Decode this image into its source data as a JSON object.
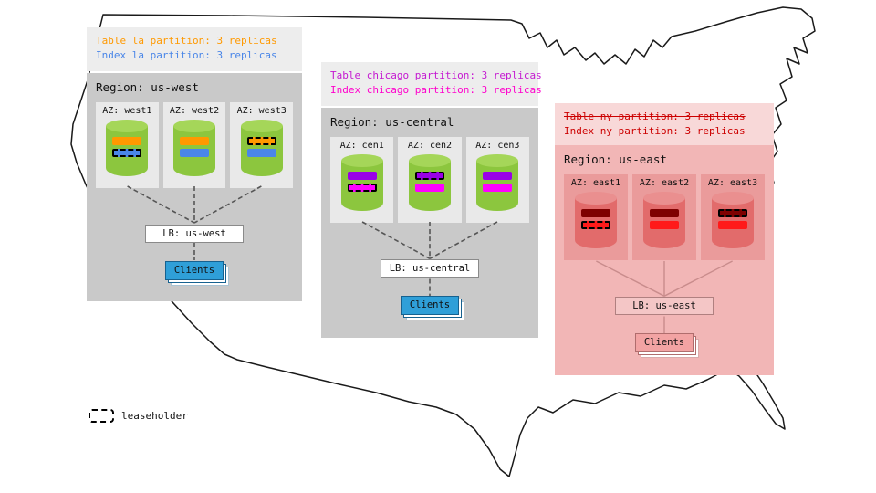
{
  "legend": {
    "label": "leaseholder"
  },
  "annotations": [
    {
      "id": "west",
      "lines": [
        {
          "text": "Table la partition: 3 replicas",
          "color": "#ff9900",
          "strike": false
        },
        {
          "text": "Index la partition: 3 replicas",
          "color": "#4a86e8",
          "strike": false
        }
      ]
    },
    {
      "id": "central",
      "lines": [
        {
          "text": "Table chicago partition: 3 replicas",
          "color": "#c41ad1",
          "strike": false
        },
        {
          "text": "Index chicago partition: 3 replicas",
          "color": "#ff00cc",
          "strike": false
        }
      ]
    },
    {
      "id": "east",
      "lines": [
        {
          "text": "Table ny partition: 3 replicas",
          "color": "#cc0000",
          "strike": true
        },
        {
          "text": "Index ny partition: 3 replicas",
          "color": "#cc0000",
          "strike": true
        }
      ]
    }
  ],
  "regions": [
    {
      "id": "us-west",
      "title": "Region: us-west",
      "lb_label": "LB: us-west",
      "clients_label": "Clients",
      "azs": [
        {
          "label": "AZ: west1",
          "stripes": [
            {
              "color": "#ff9900",
              "dashed": false
            },
            {
              "color": "#4a86e8",
              "dashed": true
            }
          ]
        },
        {
          "label": "AZ: west2",
          "stripes": [
            {
              "color": "#ff9900",
              "dashed": false
            },
            {
              "color": "#4a86e8",
              "dashed": false
            }
          ]
        },
        {
          "label": "AZ: west3",
          "stripes": [
            {
              "color": "#ff9900",
              "dashed": true
            },
            {
              "color": "#4a86e8",
              "dashed": false
            }
          ]
        }
      ]
    },
    {
      "id": "us-central",
      "title": "Region: us-central",
      "lb_label": "LB: us-central",
      "clients_label": "Clients",
      "azs": [
        {
          "label": "AZ: cen1",
          "stripes": [
            {
              "color": "#9900e6",
              "dashed": false
            },
            {
              "color": "#ff00ff",
              "dashed": true
            }
          ]
        },
        {
          "label": "AZ: cen2",
          "stripes": [
            {
              "color": "#9900e6",
              "dashed": true
            },
            {
              "color": "#ff00ff",
              "dashed": false
            }
          ]
        },
        {
          "label": "AZ: cen3",
          "stripes": [
            {
              "color": "#9900e6",
              "dashed": false
            },
            {
              "color": "#ff00ff",
              "dashed": false
            }
          ]
        }
      ]
    },
    {
      "id": "us-east",
      "title": "Region: us-east",
      "lb_label": "LB: us-east",
      "clients_label": "Clients",
      "azs": [
        {
          "label": "AZ: east1",
          "stripes": [
            {
              "color": "#7f0000",
              "dashed": false
            },
            {
              "color": "#ff1a1a",
              "dashed": true
            }
          ]
        },
        {
          "label": "AZ: east2",
          "stripes": [
            {
              "color": "#7f0000",
              "dashed": false
            },
            {
              "color": "#ff1a1a",
              "dashed": false
            }
          ]
        },
        {
          "label": "AZ: east3",
          "stripes": [
            {
              "color": "#7f0000",
              "dashed": true
            },
            {
              "color": "#ff1a1a",
              "dashed": false
            }
          ]
        }
      ]
    }
  ],
  "colors": {
    "region_bg": "#c9c9c9",
    "region_east_bg": "#f2b6b6",
    "az_bg": "#e9e9e9",
    "az_east_bg": "#ea9b9b",
    "annotation_bg": "#ededed",
    "annotation_east_bg": "#f8d8d8",
    "cylinder_green": "#8cc63e",
    "cylinder_top_green": "#a5d659",
    "cylinder_red": "#e26b6b",
    "cylinder_top_red": "#ea8f8f",
    "clients_blue": "#2f9fd8",
    "clients_pink": "#f2a3a3",
    "lb_bg": "#ffffff",
    "lb_east_bg": "#f4c6c6"
  }
}
